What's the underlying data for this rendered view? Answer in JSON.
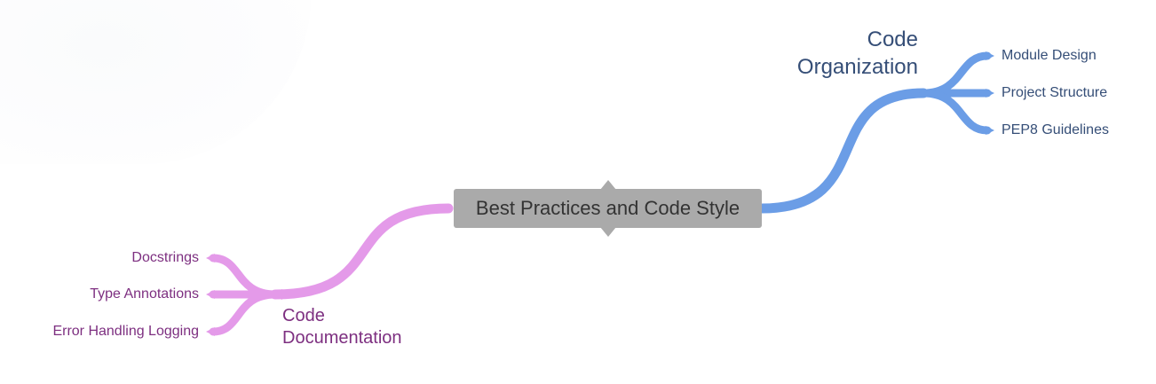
{
  "central": {
    "label": "Best Practices and Code Style"
  },
  "branches": {
    "organization": {
      "label_line1": "Code",
      "label_line2": "Organization",
      "color": "#6b9de6",
      "text_color": "#354e77",
      "leaves": [
        "Module Design",
        "Project Structure",
        "PEP8 Guidelines"
      ]
    },
    "documentation": {
      "label_line1": "Code",
      "label_line2": "Documentation",
      "color": "#e49ae9",
      "text_color": "#7d2f80",
      "leaves": [
        "Docstrings",
        "Type Annotations",
        "Error Handling Logging"
      ]
    }
  }
}
